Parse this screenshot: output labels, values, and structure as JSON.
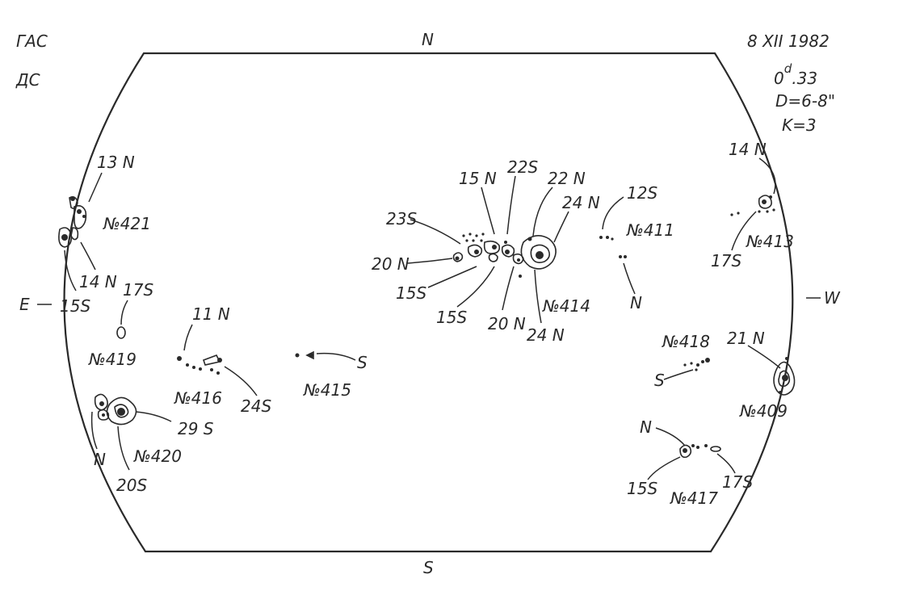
{
  "header": {
    "observatory": "ГАС",
    "method": "ДС",
    "date": "8 XII 1982",
    "time": "0d.33",
    "time_base": "0",
    "time_sup": "d",
    "time_frac": ".33",
    "seeing": "D=6-8\"",
    "quality": "K=3"
  },
  "directions": {
    "north": "N",
    "south": "S",
    "east": "E",
    "west": "W"
  },
  "groups": [
    {
      "number": "№421",
      "labels": [
        "13 N",
        "14 N",
        "15S"
      ]
    },
    {
      "number": "№419",
      "labels": [
        "17S"
      ]
    },
    {
      "number": "№416",
      "labels": [
        "11 N",
        "24S"
      ]
    },
    {
      "number": "№415",
      "labels": [
        "S"
      ]
    },
    {
      "number": "№420",
      "labels": [
        "29 S",
        "N",
        "20S"
      ]
    },
    {
      "number": "№414",
      "labels": [
        "15 N",
        "22S",
        "22 N",
        "24 N",
        "23S",
        "20 N",
        "15S",
        "15S",
        "20 N",
        "24 N"
      ]
    },
    {
      "number": "№411",
      "labels": [
        "12S",
        "N"
      ]
    },
    {
      "number": "№413",
      "labels": [
        "14 N",
        "17S"
      ]
    },
    {
      "number": "№418",
      "labels": [
        "S"
      ]
    },
    {
      "number": "№409",
      "labels": [
        "21 N"
      ]
    },
    {
      "number": "№417",
      "labels": [
        "N",
        "15S",
        "17S"
      ]
    }
  ],
  "colors": {
    "ink": "#2a2a2a",
    "paper": "#ffffff"
  }
}
